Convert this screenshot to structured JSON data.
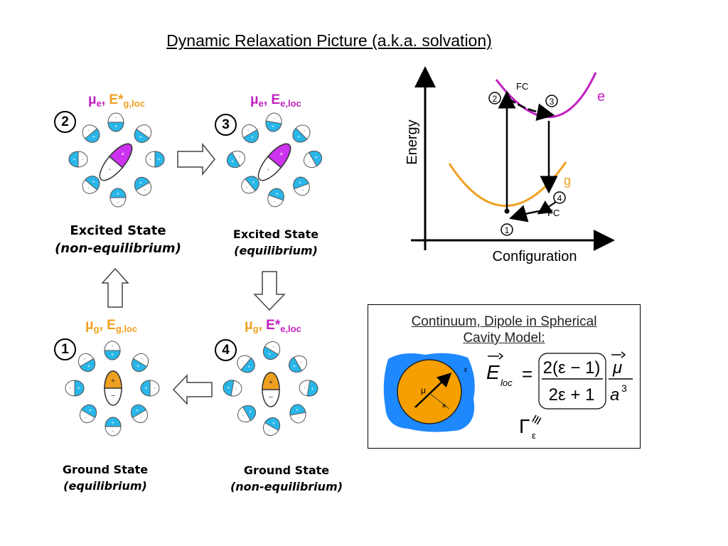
{
  "title": "Dynamic Relaxation Picture (a.k.a. solvation)",
  "panels": {
    "p2": {
      "badge": "2",
      "mu": "μ",
      "mu_sub": "e",
      "comma": ", ",
      "e": "E*",
      "e_sub": "g,loc",
      "mu_color": "#c020c0",
      "e_color": "#f0a020"
    },
    "p3": {
      "badge": "3",
      "mu": "μ",
      "mu_sub": "e",
      "comma": ", ",
      "e": "E",
      "e_sub": "e,loc",
      "mu_color": "#c020c0",
      "e_color": "#c020c0"
    },
    "p1": {
      "badge": "1",
      "mu": "μ",
      "mu_sub": "g",
      "comma": ", ",
      "e": "E",
      "e_sub": "g,loc",
      "mu_color": "#f0a020",
      "e_color": "#f0a020"
    },
    "p4": {
      "badge": "4",
      "mu": "μ",
      "mu_sub": "g",
      "comma": ", ",
      "e": "E*",
      "e_sub": "e,loc",
      "mu_color": "#f0a020",
      "e_color": "#c020c0"
    }
  },
  "captions": {
    "excited_noneq": {
      "main": "Excited State",
      "sub": "(non-equilibrium)"
    },
    "excited_eq": {
      "main": "Excited State",
      "sub": "(equilibrium)"
    },
    "ground_eq": {
      "main": "Ground State",
      "sub": "(equilibrium)"
    },
    "ground_noneq": {
      "main": "Ground State",
      "sub": "(non-equilibrium)"
    }
  },
  "solute_signs": {
    "plus": "+",
    "minus": "−"
  },
  "energy_diagram": {
    "y_label": "Energy",
    "x_label": "Configuration",
    "curve_e_label": "e",
    "curve_g_label": "g",
    "fc_label": "FC",
    "points": [
      "1",
      "2",
      "3",
      "4"
    ],
    "color_e": "#c020c0",
    "color_g": "#f0a020"
  },
  "model": {
    "title_line1": "Continuum, Dipole in Spherical",
    "title_line2": "Cavity Model:",
    "epsilon": "ε",
    "mu": "μ",
    "radius": "a",
    "formula": {
      "lhs": "E",
      "lhs_sub": "loc",
      "equals": "=",
      "numerator": "2(ε − 1)",
      "denominator": "2ε + 1",
      "vec_mu": "μ",
      "a_cubed": "a",
      "exponent": "3",
      "gamma": "Γ",
      "gamma_sub": "ε",
      "equiv": "≡"
    },
    "solvent_color": "#1e88ff",
    "cavity_color": "#f5a000"
  }
}
